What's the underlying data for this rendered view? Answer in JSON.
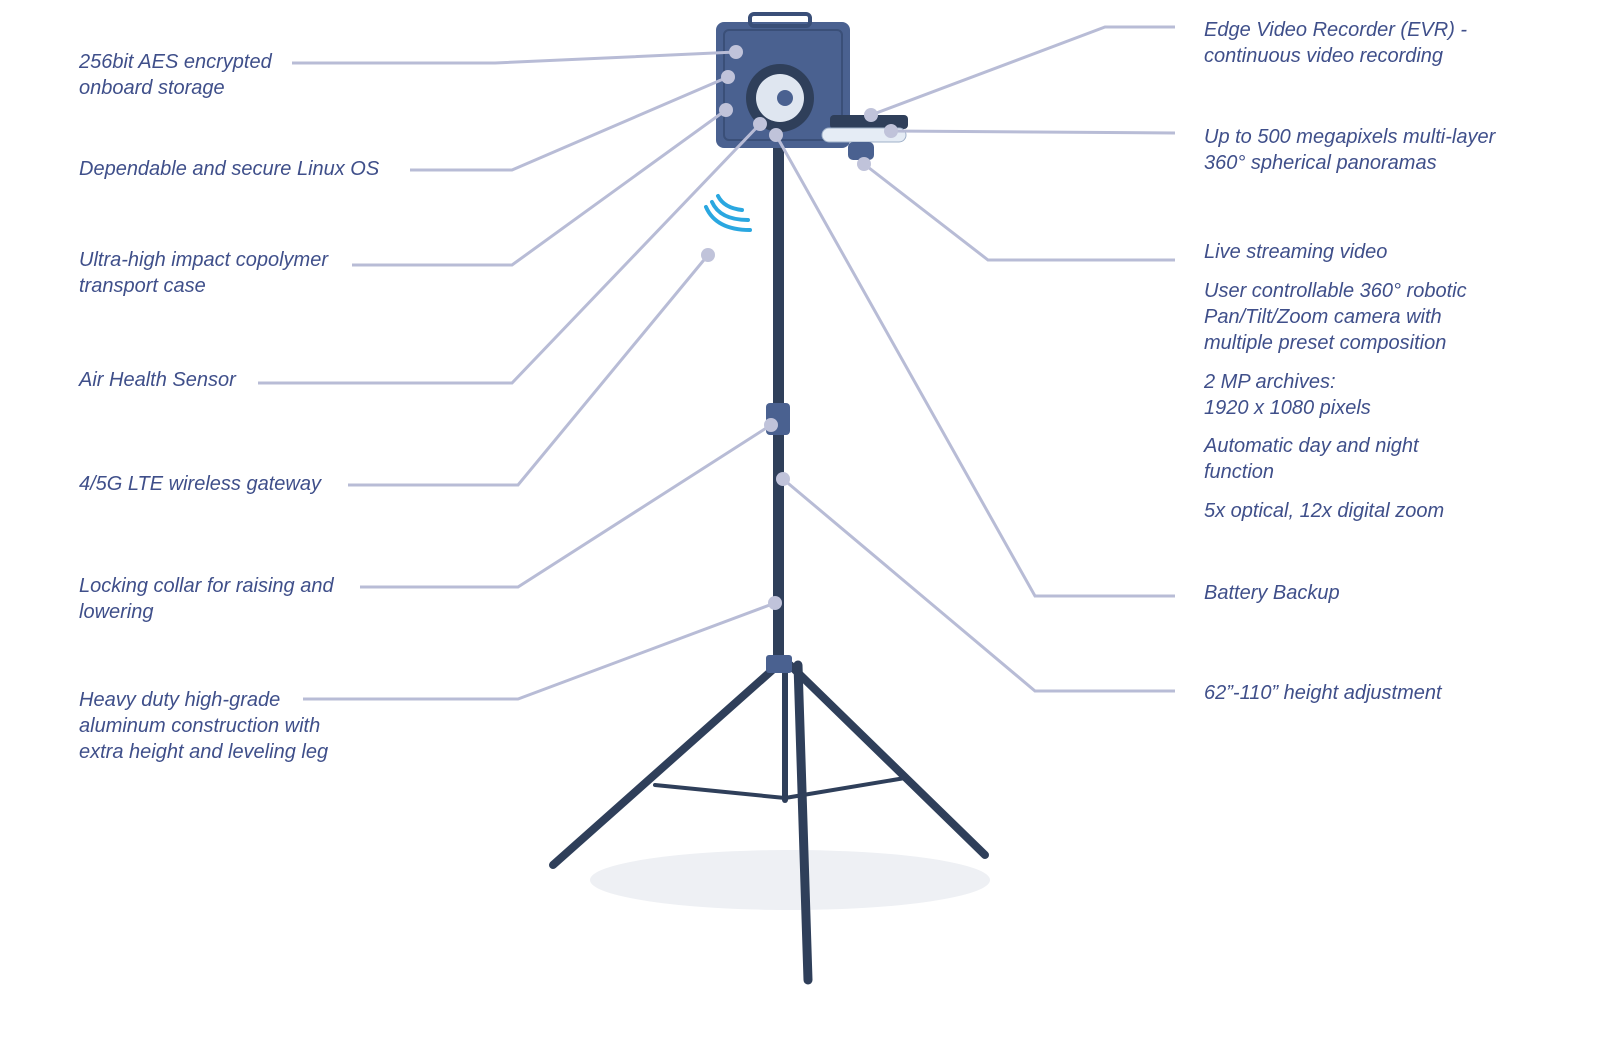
{
  "colors": {
    "text": "#3f4f8a",
    "leader": "#b8bcd6",
    "device": "#4a6190",
    "pole": "#2f3f5a",
    "wireless": "#2aa7e0"
  },
  "left_labels": [
    {
      "lines": [
        "256bit AES encrypted",
        "onboard storage"
      ]
    },
    {
      "lines": [
        "Dependable and secure Linux OS"
      ]
    },
    {
      "lines": [
        "Ultra-high impact copolymer",
        "transport case"
      ]
    },
    {
      "lines": [
        "Air Health Sensor"
      ]
    },
    {
      "lines": [
        "4/5G LTE wireless gateway"
      ]
    },
    {
      "lines": [
        "Locking collar for raising and",
        "lowering"
      ]
    },
    {
      "lines": [
        "Heavy duty high-grade",
        "aluminum construction with",
        "extra height and leveling leg"
      ]
    }
  ],
  "right_labels": [
    {
      "lines": [
        "Edge Video Recorder (EVR) -",
        "continuous video recording"
      ]
    },
    {
      "lines": [
        "Up to 500 megapixels multi-layer",
        "360° spherical panoramas"
      ]
    },
    {
      "lines": [
        "Live streaming video"
      ]
    },
    {
      "lines": [
        "User controllable 360° robotic",
        "Pan/Tilt/Zoom camera with",
        "multiple preset composition"
      ]
    },
    {
      "lines": [
        "2 MP archives:",
        "1920 x 1080 pixels"
      ]
    },
    {
      "lines": [
        "Automatic day and night",
        "function"
      ]
    },
    {
      "lines": [
        "5x optical, 12x digital zoom"
      ]
    },
    {
      "lines": [
        "Battery Backup"
      ]
    },
    {
      "lines": [
        "62”-110” height adjustment"
      ]
    }
  ]
}
